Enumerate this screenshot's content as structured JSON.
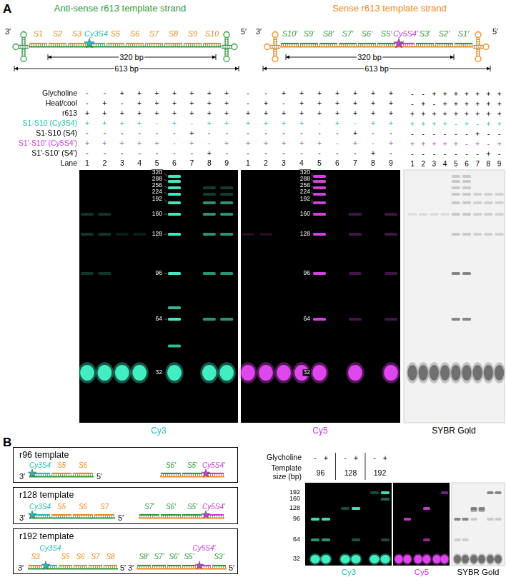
{
  "diagram": {
    "nodes": [
      {
        "text": [
          "r96 template",
          "3′",
          "Cy3S4",
          "S5",
          "S6",
          "5′",
          "S6′",
          "S5′",
          "Cy5S4′"
        ]
      },
      {
        "text": [
          "r128 template",
          "3′",
          "Cy3S4",
          "S5",
          "S6",
          "S7",
          "5′",
          "S7′",
          "S6′",
          "S5′",
          "Cy5S4′"
        ]
      },
      {
        "text": [
          "r192 template",
          "3′",
          "S3",
          "Cy3S4",
          "S5",
          "S6",
          "S7",
          "S8",
          "5′",
          "3′",
          "S8′",
          "S7′",
          "S6′",
          "S5′",
          "Cy5S4′",
          "S3′",
          "5′"
        ]
      }
    ],
    "labels": [
      "A",
      "Anti-sense r613 template strand",
      "Sense r613 template strand",
      "3′",
      "5′",
      "S1",
      "S2",
      "S3",
      "Cy3S4",
      "S5",
      "S6",
      "S7",
      "S8",
      "S9",
      "S10",
      "320 bp",
      "613 bp",
      "3′",
      "5′",
      "S10′",
      "S9′",
      "S8′",
      "S7′",
      "S6′",
      "S5′",
      "Cy5S4′",
      "S3′",
      "S2′",
      "S1′",
      "320 bp",
      "613 bp",
      "Glycholine",
      "Heat/cool",
      "r613",
      "S1-S10 (Cy3S4)",
      "S1-S10 (S4)",
      "S1′-S10′ (Cy5S4′)",
      "S1′-S10′ (S4′)",
      "Lane",
      "-",
      "-",
      "+",
      "+",
      "+",
      "+",
      "+",
      "+",
      "+",
      "-",
      "+",
      "-",
      "+",
      "+",
      "+",
      "+",
      "+",
      "+",
      "+",
      "+",
      "+",
      "+",
      "+",
      "+",
      "+",
      "+",
      "+",
      "+",
      "+",
      "+",
      "+",
      "-",
      "+",
      "-",
      "+",
      "+",
      "-",
      "-",
      "-",
      "-",
      "-",
      "-",
      "+",
      "-",
      "-",
      "+",
      "+",
      "+",
      "+",
      "+",
      "-",
      "+",
      "-",
      "+",
      "-",
      "-",
      "-",
      "-",
      "-",
      "-",
      "-",
      "+",
      "-",
      "1",
      "2",
      "3",
      "4",
      "5",
      "6",
      "7",
      "8",
      "9",
      "-",
      "-",
      "+",
      "+",
      "+",
      "+",
      "+",
      "+",
      "+",
      "-",
      "+",
      "-",
      "+",
      "+",
      "+",
      "+",
      "+",
      "+",
      "+",
      "+",
      "+",
      "+",
      "+",
      "+",
      "+",
      "+",
      "+",
      "+",
      "+",
      "+",
      "+",
      "-",
      "+",
      "-",
      "+",
      "+",
      "-",
      "-",
      "-",
      "-",
      "-",
      "-",
      "+",
      "-",
      "-",
      "+",
      "+",
      "+",
      "+",
      "+",
      "-",
      "+",
      "-",
      "+",
      "-",
      "-",
      "-",
      "-",
      "-",
      "-",
      "-",
      "+",
      "-",
      "1",
      "2",
      "3",
      "4",
      "5",
      "6",
      "7",
      "8",
      "9",
      "-",
      "-",
      "+",
      "+",
      "+",
      "+",
      "+",
      "+",
      "+",
      "-",
      "+",
      "-",
      "+",
      "+",
      "+",
      "+",
      "+",
      "+",
      "+",
      "+",
      "+",
      "+",
      "+",
      "+",
      "+",
      "+",
      "+",
      "+",
      "+",
      "+",
      "+",
      "-",
      "+",
      "-",
      "+",
      "+",
      "-",
      "-",
      "-",
      "-",
      "-",
      "-",
      "+",
      "-",
      "-",
      "+",
      "+",
      "+",
      "+",
      "+",
      "-",
      "+",
      "-",
      "+",
      "-",
      "-",
      "-",
      "-",
      "-",
      "-",
      "-",
      "+",
      "-",
      "1",
      "2",
      "3",
      "4",
      "5",
      "6",
      "7",
      "8",
      "9",
      "320",
      "288",
      "256",
      "224",
      "192",
      "160",
      "128",
      "96",
      "64",
      "32",
      "320",
      "288",
      "256",
      "224",
      "192",
      "160",
      "128",
      "96",
      "64",
      "32",
      "Cy3",
      "Cy5",
      "SYBR Gold",
      "B",
      "Glycholine",
      "-",
      "+",
      "-",
      "+",
      "-",
      "+",
      "Template size (bp)",
      "96",
      "128",
      "192",
      "192",
      "160",
      "128",
      "96",
      "64",
      "32",
      "Cy3",
      "Cy5",
      "SYBR Gold"
    ]
  }
}
